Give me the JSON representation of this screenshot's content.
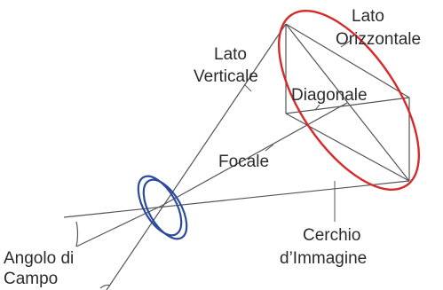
{
  "labels": {
    "lato_orizzontale_line1": "Lato",
    "lato_orizzontale_line2": "Orizzontale",
    "lato_verticale_line1": "Lato",
    "lato_verticale_line2": "Verticale",
    "diagonale": "Diagonale",
    "focale": "Focale",
    "cerchio_line1": "Cerchio",
    "cerchio_line2": "d’Immagine",
    "angolo_line1": "Angolo di",
    "angolo_line2": "Campo"
  },
  "colors": {
    "image_circle": "#d62a2a",
    "lens": "#2c4a9a",
    "lines": "#555555",
    "text": "#2b2b2b"
  }
}
